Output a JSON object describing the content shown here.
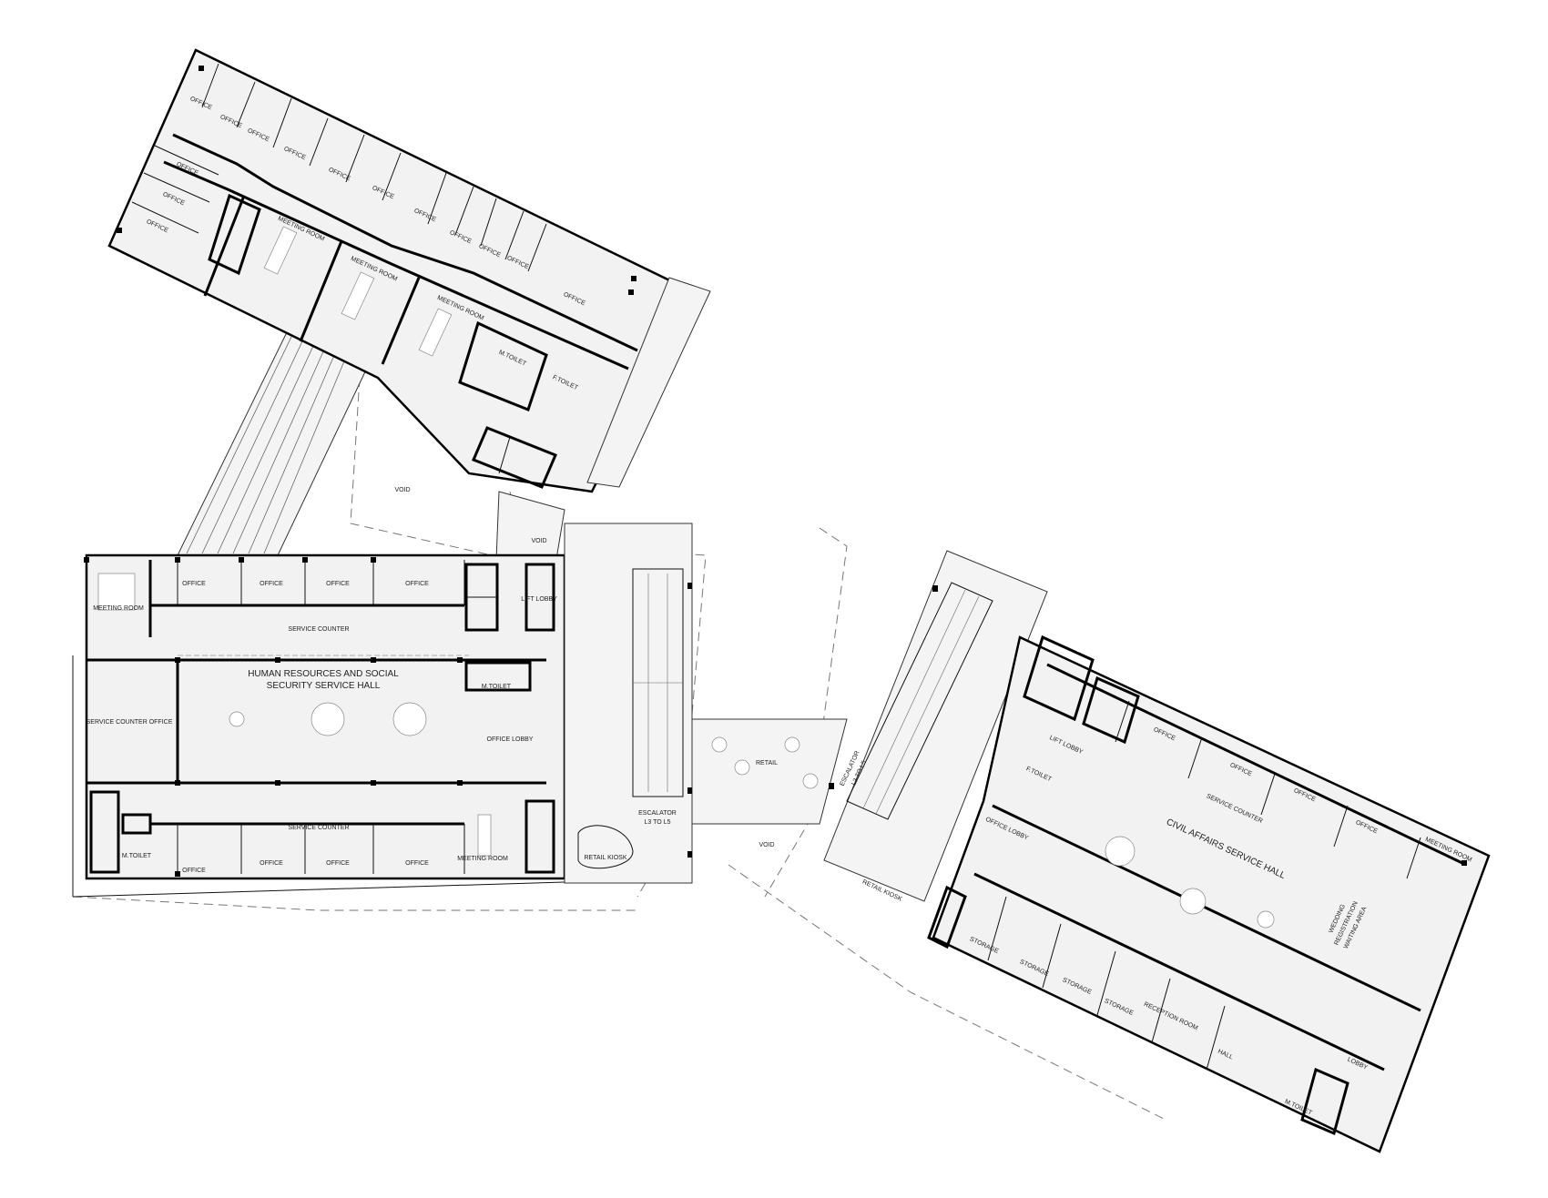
{
  "labels": {
    "north": {
      "office_1": "OFFICE",
      "office_2": "OFFICE",
      "office_3": "OFFICE",
      "office_4": "OFFICE",
      "office_5": "OFFICE",
      "office_6": "OFFICE",
      "office_7": "OFFICE",
      "office_8": "OFFICE",
      "office_9": "OFFICE",
      "office_10": "OFFICE",
      "office_11": "OFFICE",
      "office_12": "OFFICE",
      "office_13": "OFFICE",
      "office_14": "OFFICE",
      "meeting_1": "MEETING ROOM",
      "meeting_2": "MEETING ROOM",
      "meeting_3": "MEETING ROOM",
      "m_toilet": "M.TOILET",
      "f_toilet": "F.TOILET",
      "void": "VOID"
    },
    "west": {
      "office_t1": "OFFICE",
      "office_t2": "OFFICE",
      "office_t3": "OFFICE",
      "office_t4": "OFFICE",
      "office_b1": "OFFICE",
      "office_b2": "OFFICE",
      "office_b3": "OFFICE",
      "office_b4": "OFFICE",
      "meeting_top": "MEETING ROOM",
      "meeting_bottom": "MEETING ROOM",
      "service_counter_top": "SERVICE COUNTER",
      "service_counter_bottom": "SERVICE COUNTER",
      "hall_line1": "HUMAN RESOURCES AND SOCIAL",
      "hall_line2": "SECURITY  SERVICE HALL",
      "service_counter_office": "SERVICE COUNTER OFFICE",
      "office_lobby": "OFFICE LOBBY",
      "lift_lobby": "LIFT LOBBY",
      "m_toilet_top": "M.TOILET",
      "m_toilet_bottom": "M.TOILET",
      "void": "VOID"
    },
    "center": {
      "escalator_line1": "ESCALATOR",
      "escalator_line2": "L3 TO L5",
      "retail": "RETAIL",
      "retail_kiosk": "RETAIL KIOSK",
      "void": "VOID"
    },
    "east": {
      "escalator_line1": "ESCALATOR",
      "escalator_line2": "L3 TO L5",
      "retail_kiosk": "RETAIL KIOSK",
      "lift_lobby": "LIFT LOBBY",
      "f_toilet": "F.TOILET",
      "office_lobby": "OFFICE LOBBY",
      "office_1": "OFFICE",
      "office_2": "OFFICE",
      "office_3": "OFFICE",
      "office_4": "OFFICE",
      "service_counter": "SERVICE COUNTER",
      "meeting_room": "MEETING ROOM",
      "hall": "CIVIL AFFAIRS SERVICE HALL",
      "wedding_1": "WEDDING",
      "wedding_2": "REGISTRATION",
      "wedding_3": "WAITING AREA",
      "storage_1": "STORAGE",
      "storage_2": "STORAGE",
      "storage_3": "STORAGE",
      "storage_4": "STORAGE",
      "reception": "RECEPTION ROOM",
      "small_hall": "HALL",
      "lobby": "LOBBY",
      "m_toilet": "M.TOILET"
    }
  }
}
